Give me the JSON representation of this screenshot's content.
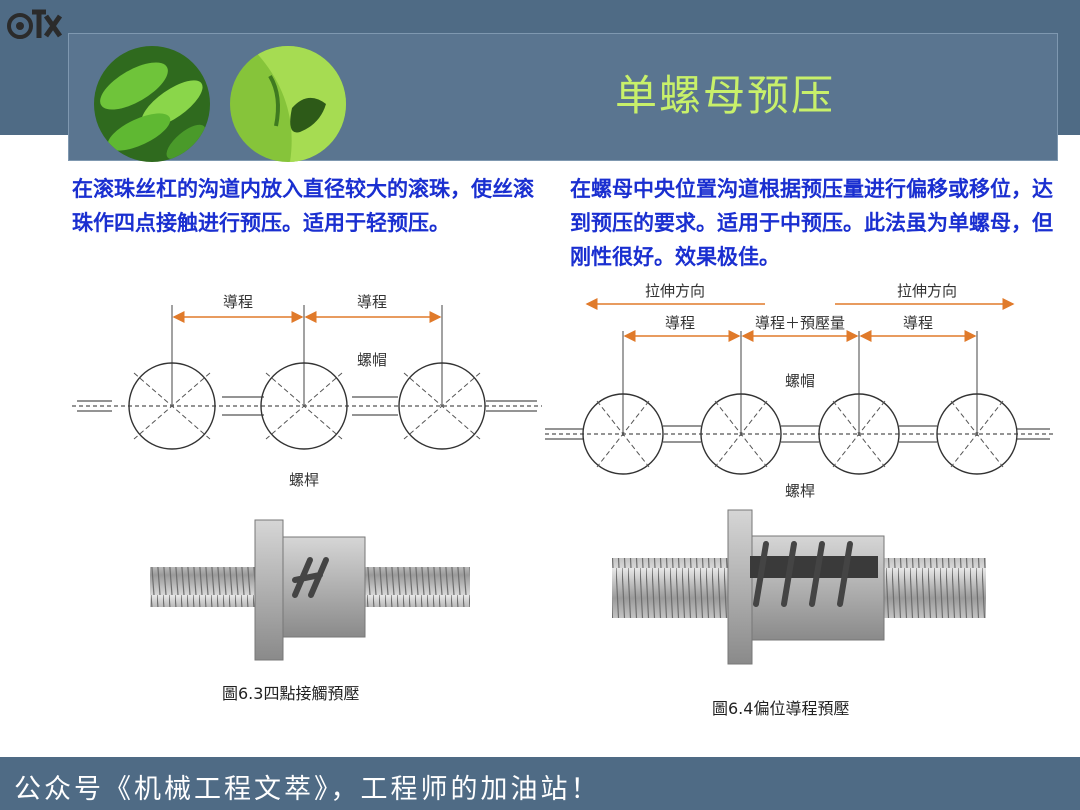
{
  "header": {
    "title": "单螺母预压"
  },
  "left": {
    "description": "在滚珠丝杠的沟道内放入直径较大的滚珠，使丝滚珠作四点接触进行预压。适用于轻预压。",
    "diagram": {
      "lead_label_1": "導程",
      "lead_label_2": "導程",
      "nut_label": "螺帽",
      "screw_label": "螺桿"
    },
    "caption": "圖6.3四點接觸預壓"
  },
  "right": {
    "description": "在螺母中央位置沟道根据预压量进行偏移或移位，达到预压的要求。适用于中预压。此法虽为单螺母，但刚性很好。效果极佳。",
    "diagram": {
      "tension_label_1": "拉伸方向",
      "tension_label_2": "拉伸方向",
      "lead_label_1": "導程",
      "lead_preload_label": "導程＋預壓量",
      "lead_label_2": "導程",
      "nut_label": "螺帽",
      "screw_label": "螺桿"
    },
    "caption": "圖6.4偏位導程預壓"
  },
  "footer": {
    "text": "公众号《机械工程文萃》，工程师的加油站！"
  },
  "colors": {
    "header_bg": "#4f6b85",
    "title": "#c8f06a",
    "description": "#1a2fd0",
    "arrow": "#e07a2a"
  }
}
